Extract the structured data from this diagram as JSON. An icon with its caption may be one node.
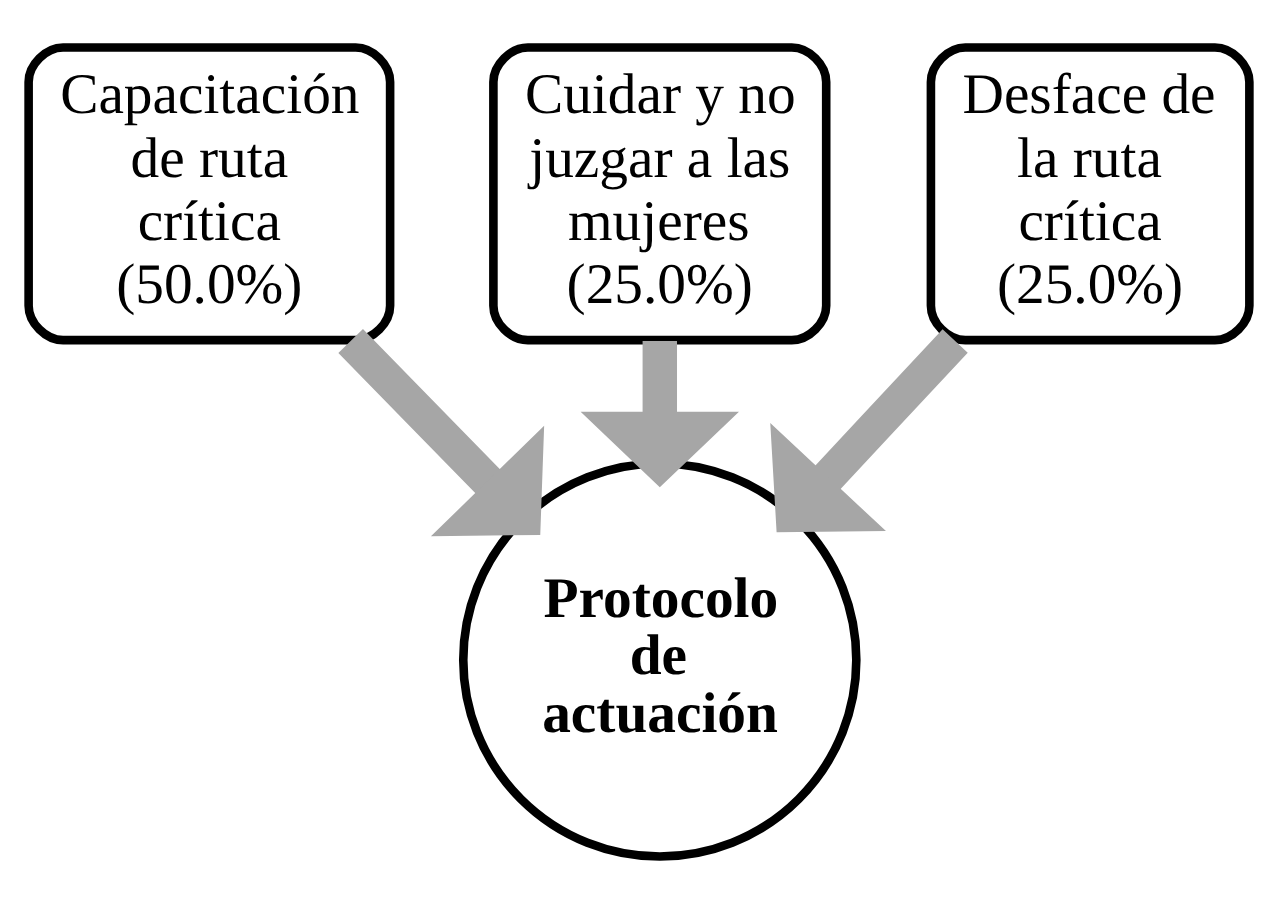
{
  "diagram": {
    "nodes": [
      {
        "text": [
          "Capacitación de ruta crítica (50.0%)"
        ]
      },
      {
        "text": [
          "Cuidar y no juzgar a las mujeres (25.0%)"
        ]
      },
      {
        "text": [
          "Desface de la ruta crítica (25.0%)"
        ]
      },
      {
        "text": [
          "Protocolo de actuación"
        ]
      }
    ],
    "edges": [
      {
        "from": 0,
        "to": 3,
        "arrow": "to"
      },
      {
        "from": 1,
        "to": 3,
        "arrow": "to"
      },
      {
        "from": 2,
        "to": 3,
        "arrow": "to"
      }
    ]
  }
}
